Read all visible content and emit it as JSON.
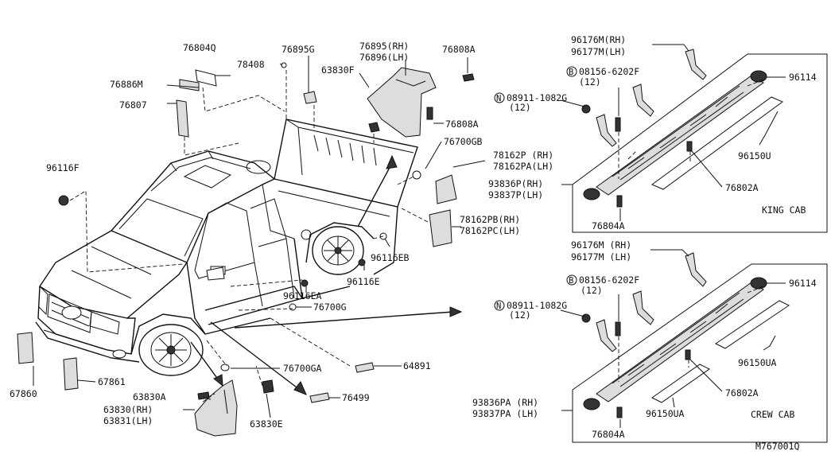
{
  "labels": {
    "p76804Q": "76804Q",
    "p76886M": "76886M",
    "p76807": "76807",
    "p78408": "78408",
    "p76895G": "76895G",
    "p63830F": "63830F",
    "p76895": "76895(RH)",
    "p76896": "76896(LH)",
    "p76808A_top": "76808A",
    "p76808A_mid": "76808A",
    "p76700GB": "76700GB",
    "p78162P": "78162P (RH)",
    "p78162PA": "78162PA(LH)",
    "p96116F": "96116F",
    "p78162PB": "78162PB(RH)",
    "p78162PC": "78162PC(LH)",
    "p96116EB": "96116EB",
    "p96116E": "96116E",
    "p96116EA": "96116EA",
    "p76700G": "76700G",
    "p76700GA": "76700GA",
    "p64891": "64891",
    "p76499": "76499",
    "p63830A": "63830A",
    "p63830": "63830(RH)",
    "p63831": "63831(LH)",
    "p63830E": "63830E",
    "p67860": "67860",
    "p67861": "67861"
  },
  "king_cab": {
    "title": "KING CAB",
    "p96176M": "96176M(RH)",
    "p96177M": "96177M(LH)",
    "bolt_mark": "B",
    "bolt": "08156-6202F",
    "bolt_qty": "(12)",
    "nut_mark": "N",
    "nut": "08911-1082G",
    "nut_qty": "(12)",
    "p96114": "96114",
    "p96150U": "96150U",
    "p93836P": "93836P(RH)",
    "p93837P": "93837P(LH)",
    "p76802A": "76802A",
    "p76804A": "76804A"
  },
  "crew_cab": {
    "title": "CREW CAB",
    "p96176M": "96176M (RH)",
    "p96177M": "96177M (LH)",
    "bolt_mark": "B",
    "bolt": "08156-6202F",
    "bolt_qty": "(12)",
    "nut_mark": "N",
    "nut": "08911-1082G",
    "nut_qty": "(12)",
    "p96114": "96114",
    "p96150UA_a": "96150UA",
    "p96150UA_b": "96150UA",
    "p76802A": "76802A",
    "p93836PA": "93836PA (RH)",
    "p93837PA": "93837PA (LH)",
    "p76804A": "76804A"
  },
  "diagram_code": "M767001Q"
}
